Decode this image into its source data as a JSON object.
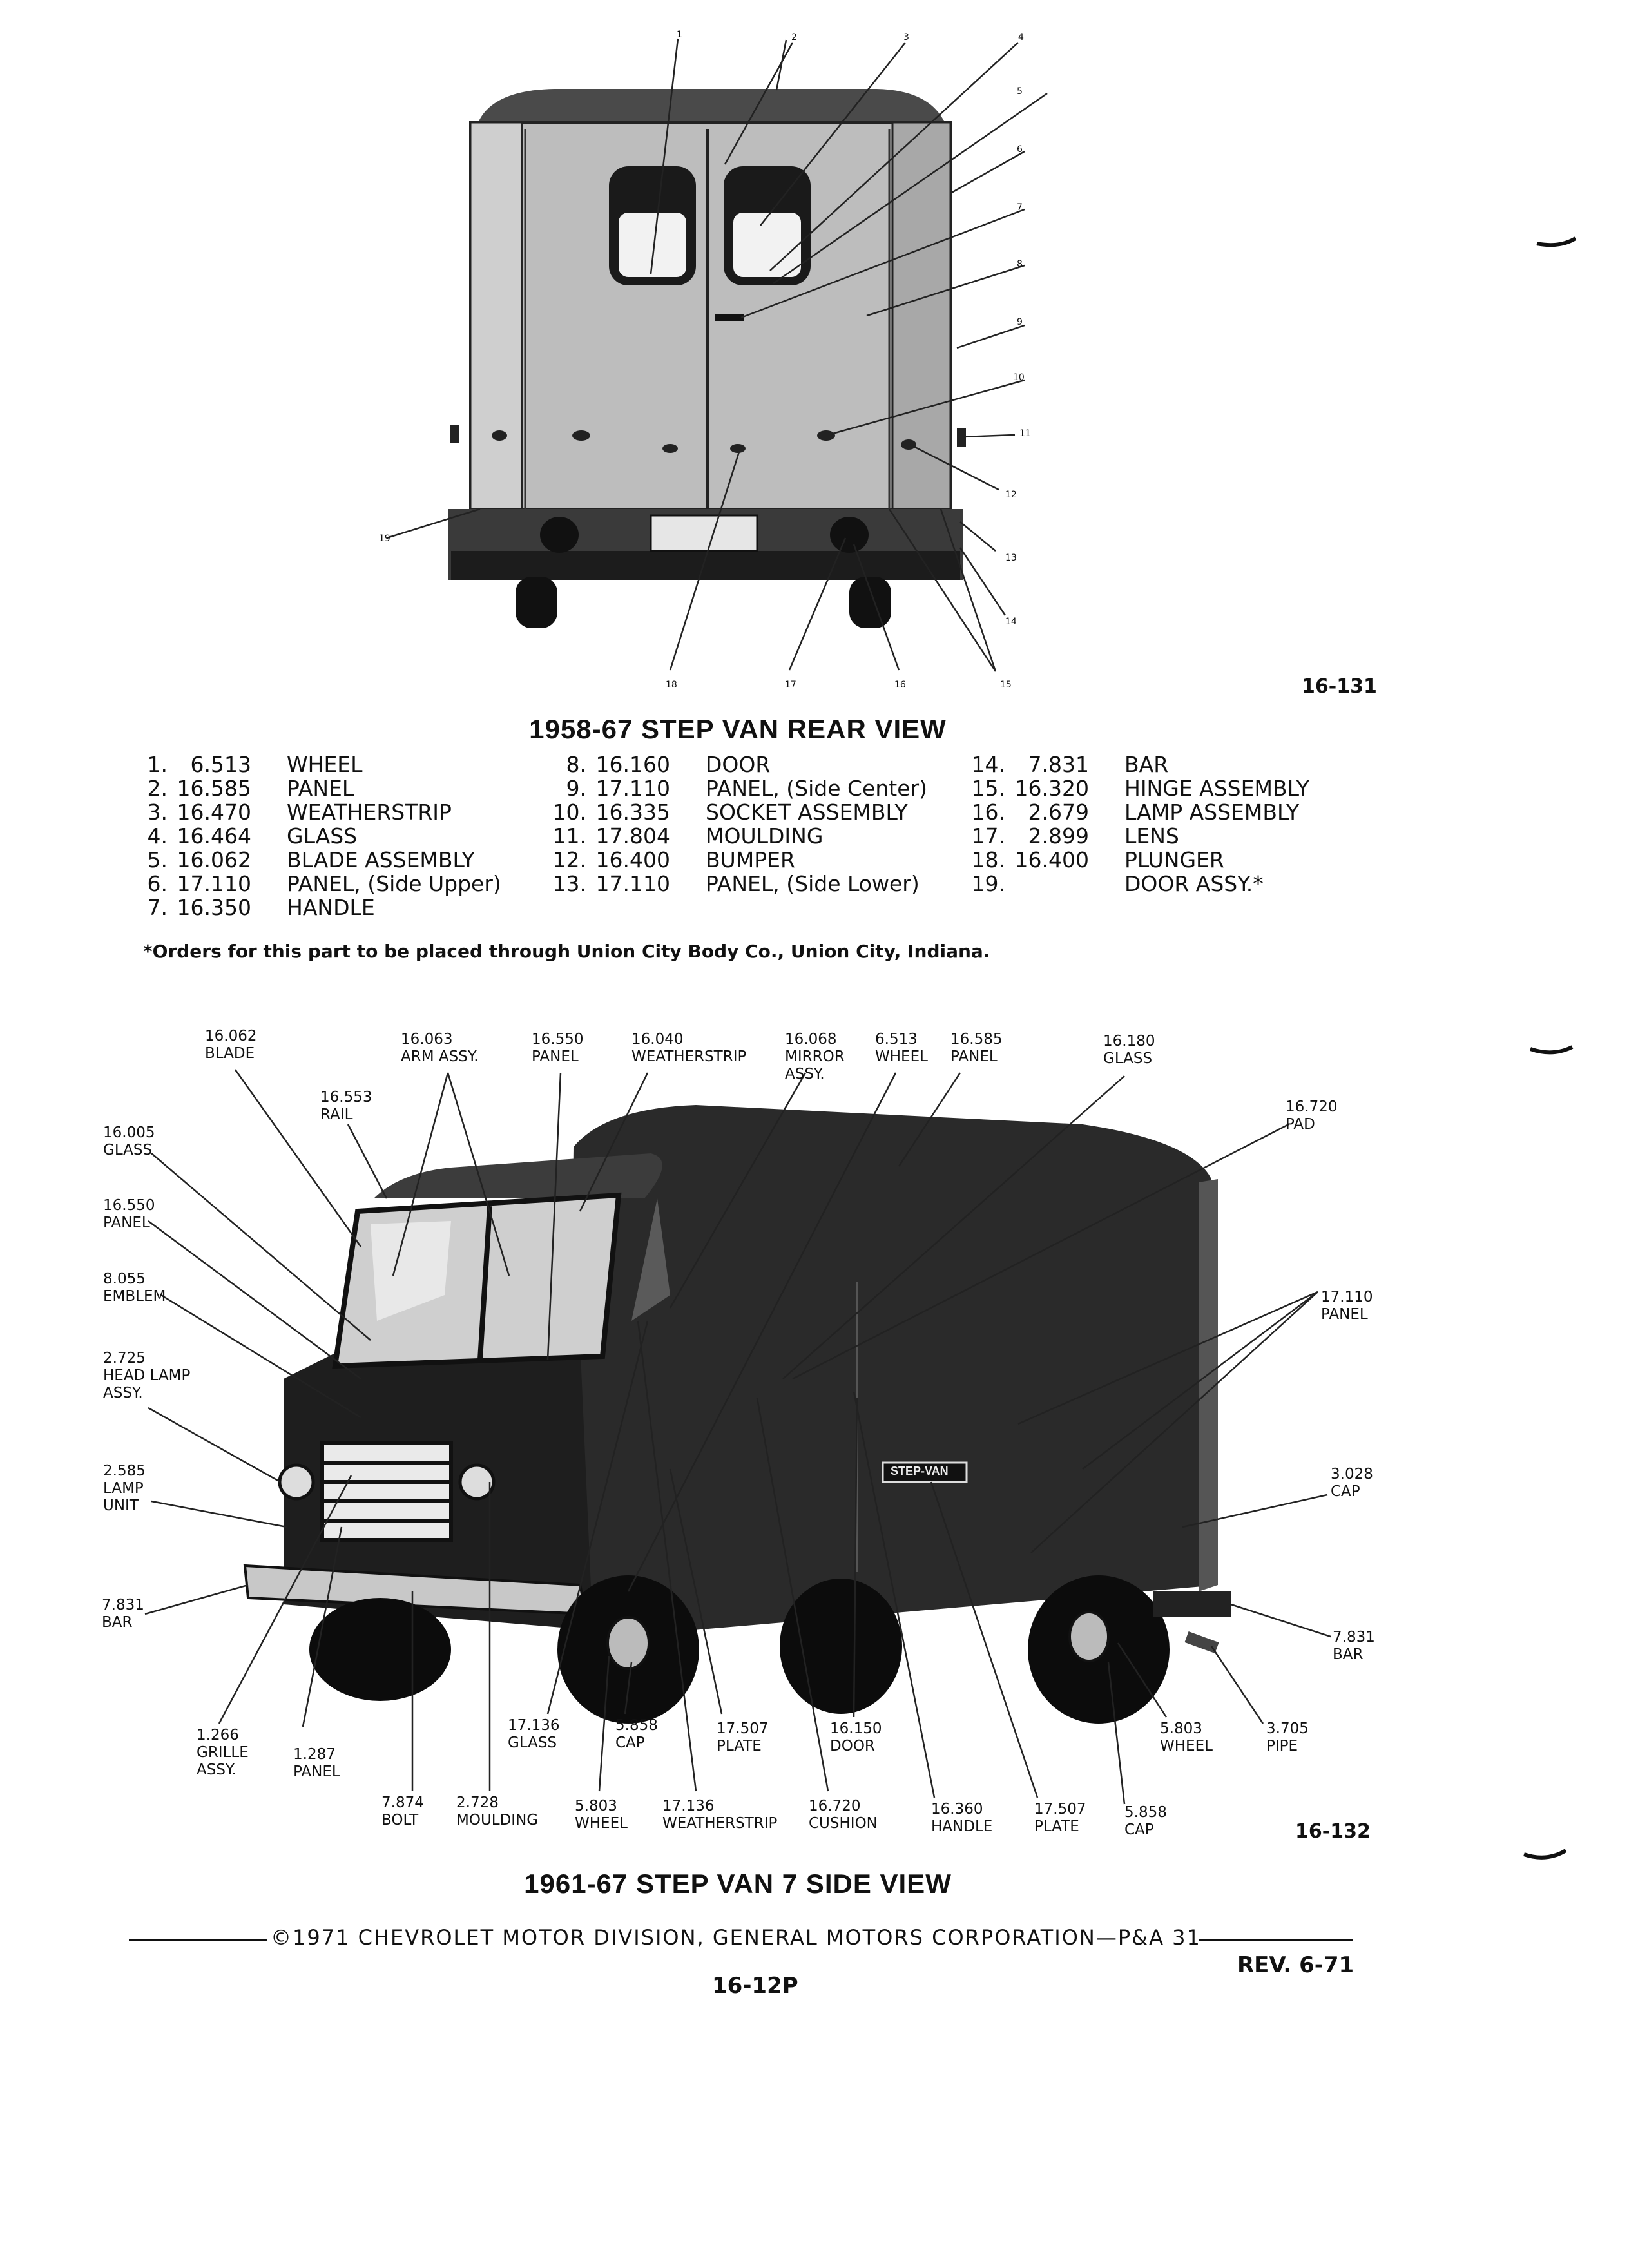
{
  "rear": {
    "fig_id": "16-131",
    "title": "1958-67 STEP VAN REAR VIEW",
    "callouts": [
      "1",
      "2",
      "3",
      "4",
      "5",
      "6",
      "7",
      "8",
      "9",
      "10",
      "11",
      "12",
      "13",
      "14",
      "15",
      "16",
      "17",
      "18",
      "19"
    ],
    "parts": [
      {
        "n": "1.",
        "code": "6.513",
        "name": "WHEEL"
      },
      {
        "n": "2.",
        "code": "16.585",
        "name": "PANEL"
      },
      {
        "n": "3.",
        "code": "16.470",
        "name": "WEATHERSTRIP"
      },
      {
        "n": "4.",
        "code": "16.464",
        "name": "GLASS"
      },
      {
        "n": "5.",
        "code": "16.062",
        "name": "BLADE ASSEMBLY"
      },
      {
        "n": "6.",
        "code": "17.110",
        "name": "PANEL, (Side Upper)"
      },
      {
        "n": "7.",
        "code": "16.350",
        "name": "HANDLE"
      },
      {
        "n": "8.",
        "code": "16.160",
        "name": "DOOR"
      },
      {
        "n": "9.",
        "code": "17.110",
        "name": "PANEL, (Side Center)"
      },
      {
        "n": "10.",
        "code": "16.335",
        "name": "SOCKET ASSEMBLY"
      },
      {
        "n": "11.",
        "code": "17.804",
        "name": "MOULDING"
      },
      {
        "n": "12.",
        "code": "16.400",
        "name": "BUMPER"
      },
      {
        "n": "13.",
        "code": "17.110",
        "name": "PANEL, (Side Lower)"
      },
      {
        "n": "14.",
        "code": "7.831",
        "name": "BAR"
      },
      {
        "n": "15.",
        "code": "16.320",
        "name": "HINGE ASSEMBLY"
      },
      {
        "n": "16.",
        "code": "2.679",
        "name": "LAMP ASSEMBLY"
      },
      {
        "n": "17.",
        "code": "2.899",
        "name": "LENS"
      },
      {
        "n": "18.",
        "code": "16.400",
        "name": "PLUNGER"
      },
      {
        "n": "19.",
        "code": "",
        "name": "DOOR ASSY.*"
      }
    ],
    "footnote": "*Orders for this part to be placed through Union City Body Co., Union City, Indiana."
  },
  "side": {
    "fig_id": "16-132",
    "title": "1961-67 STEP VAN 7 SIDE VIEW",
    "labels": {
      "blade": [
        "16.062",
        "BLADE"
      ],
      "arm": [
        "16.063",
        "ARM ASSY."
      ],
      "panel_top": [
        "16.550",
        "PANEL"
      ],
      "weatherstrip_top": [
        "16.040",
        "WEATHERSTRIP"
      ],
      "mirror": [
        "16.068",
        "MIRROR",
        "ASSY."
      ],
      "wheel_top": [
        "6.513",
        "WHEEL"
      ],
      "panel_585": [
        "16.585",
        "PANEL"
      ],
      "glass_180": [
        "16.180",
        "GLASS"
      ],
      "rail": [
        "16.553",
        "RAIL"
      ],
      "pad": [
        "16.720",
        "PAD"
      ],
      "glass_005": [
        "16.005",
        "GLASS"
      ],
      "panel_550": [
        "16.550",
        "PANEL"
      ],
      "emblem": [
        "8.055",
        "EMBLEM"
      ],
      "head_lamp": [
        "2.725",
        "HEAD LAMP",
        "ASSY."
      ],
      "panel_110": [
        "17.110",
        "PANEL"
      ],
      "lamp_unit": [
        "2.585",
        "LAMP",
        "UNIT"
      ],
      "cap_028": [
        "3.028",
        "CAP"
      ],
      "bar_left": [
        "7.831",
        "BAR"
      ],
      "bar_right": [
        "7.831",
        "BAR"
      ],
      "grille": [
        "1.266",
        "GRILLE",
        "ASSY."
      ],
      "panel_287": [
        "1.287",
        "PANEL"
      ],
      "glass_136": [
        "17.136",
        "GLASS"
      ],
      "cap_858a": [
        "5.858",
        "CAP"
      ],
      "plate_507a": [
        "17.507",
        "PLATE"
      ],
      "door_150": [
        "16.150",
        "DOOR"
      ],
      "wheel_803r": [
        "5.803",
        "WHEEL"
      ],
      "pipe": [
        "3.705",
        "PIPE"
      ],
      "bolt": [
        "7.874",
        "BOLT"
      ],
      "moulding": [
        "2.728",
        "MOULDING"
      ],
      "wheel_803": [
        "5.803",
        "WHEEL"
      ],
      "weatherstrip_136": [
        "17.136",
        "WEATHERSTRIP"
      ],
      "cushion": [
        "16.720",
        "CUSHION"
      ],
      "handle": [
        "16.360",
        "HANDLE"
      ],
      "plate_507b": [
        "17.507",
        "PLATE"
      ],
      "cap_858b": [
        "5.858",
        "CAP"
      ]
    },
    "badge_text": "STEP-VAN"
  },
  "footer": {
    "copyright": "©1971 CHEVROLET MOTOR DIVISION, GENERAL MOTORS CORPORATION—P&A 31",
    "rev": "REV. 6-71",
    "page": "16-12P"
  }
}
